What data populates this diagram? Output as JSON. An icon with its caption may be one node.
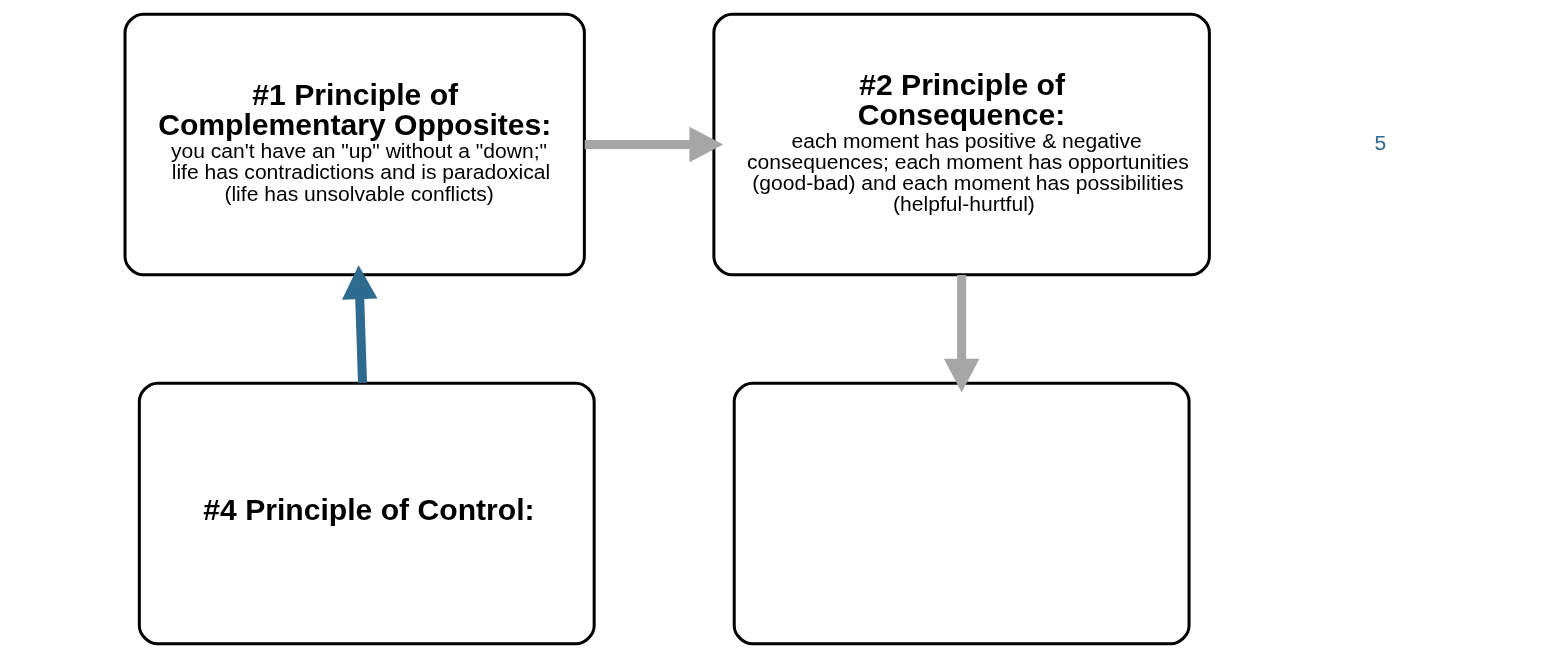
{
  "diagram": {
    "nodes": [
      {
        "text": [
          "#1 Principle of Complementary Opposites:",
          "you can't have an \"up\" without a \"down;\" life has contradictions and is paradoxical (life has unsolvable conflicts)"
        ]
      },
      {
        "text": [
          "#2 Principle of Consequence:",
          "each moment has positive & negative consequences; each moment has opportunities (good-bad) and each moment has possibilities (helpful-hurtful)"
        ]
      },
      {
        "text": [],
        "shape": "box"
      },
      {
        "text": [
          "#4 Principle of Control:"
        ]
      }
    ],
    "edges": [
      {
        "from": 0,
        "to": 1,
        "arrow": "to"
      },
      {
        "from": 1,
        "to": 2,
        "arrow": "to"
      },
      {
        "from": 3,
        "to": 0,
        "arrow": "to",
        "color": "#2f6a8f"
      }
    ],
    "labels": [
      "5"
    ]
  }
}
